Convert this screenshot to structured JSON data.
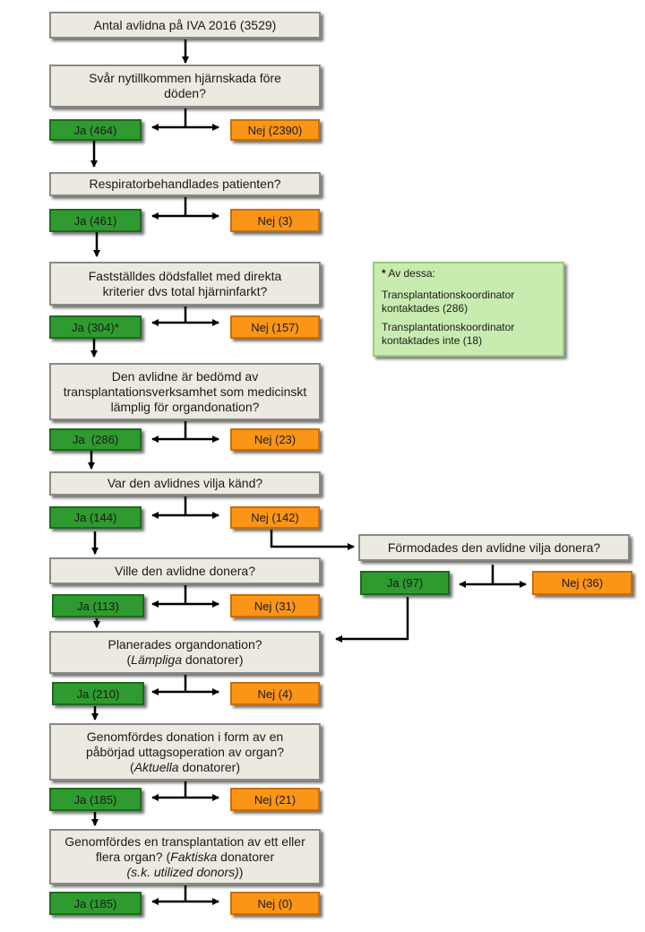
{
  "steps": [
    {
      "q": "Antal avlidna på IVA 2016 (3529)"
    },
    {
      "q": "Svår nytillkommen hjärnskada före döden?",
      "yes": "Ja (464)",
      "no": "Nej (2390)"
    },
    {
      "q": "Respiratorbehandlades patienten?",
      "yes": "Ja (461)",
      "no": "Nej (3)"
    },
    {
      "q": "Fastställdes dödsfallet med direkta kriterier dvs total hjärninfarkt?",
      "yes": "Ja (304)*",
      "no": "Nej (157)"
    },
    {
      "q": "Den avlidne är bedömd av transplantationsverksamhet som medicinskt lämplig för organdonation?",
      "yes": "Ja  (286)",
      "no": "Nej (23)"
    },
    {
      "q": "Var den avlidnes vilja känd?",
      "yes": "Ja (144)",
      "no": "Nej (142)"
    },
    {
      "q": "Ville den avlidne donera?",
      "yes": "Ja (113)",
      "no": "Nej (31)"
    },
    {
      "q1": "Planerades organdonation?",
      "q2_open": "(",
      "q2_em": "Lämpliga",
      "q2_rest": " donatorer)",
      "yes": "Ja (210)",
      "no": "Nej (4)"
    },
    {
      "q1": "Genomfördes donation i form av en påbörjad uttagsoperation av organ?",
      "q2_open": "(",
      "q2_em": "Aktuella",
      "q2_rest": " donatorer)",
      "yes": "Ja (185)",
      "no": "Nej (21)"
    },
    {
      "q1": "Genomfördes en transplantation av ett eller flera organ? (",
      "q1_em": "Faktiska",
      "q1_rest": " donatorer",
      "q2_em": "(s.k. utilized donors)",
      "q2_rest": ")",
      "yes": "Ja (185)",
      "no": "Nej (0)"
    }
  ],
  "side": {
    "q": "Förmodades den avlidne vilja donera?",
    "yes": "Ja (97)",
    "no": "Nej (36)"
  },
  "note": {
    "star": "*",
    "heading": " Av dessa:",
    "line1": "Transplantationskoordinator kontaktades (286)",
    "line2": "Transplantationskoordinator kontaktades inte (18)"
  },
  "colors": {
    "question": "#ece9e1",
    "yes": "#2f9a2f",
    "no": "#fb9517",
    "note": "#c8ecb0"
  }
}
